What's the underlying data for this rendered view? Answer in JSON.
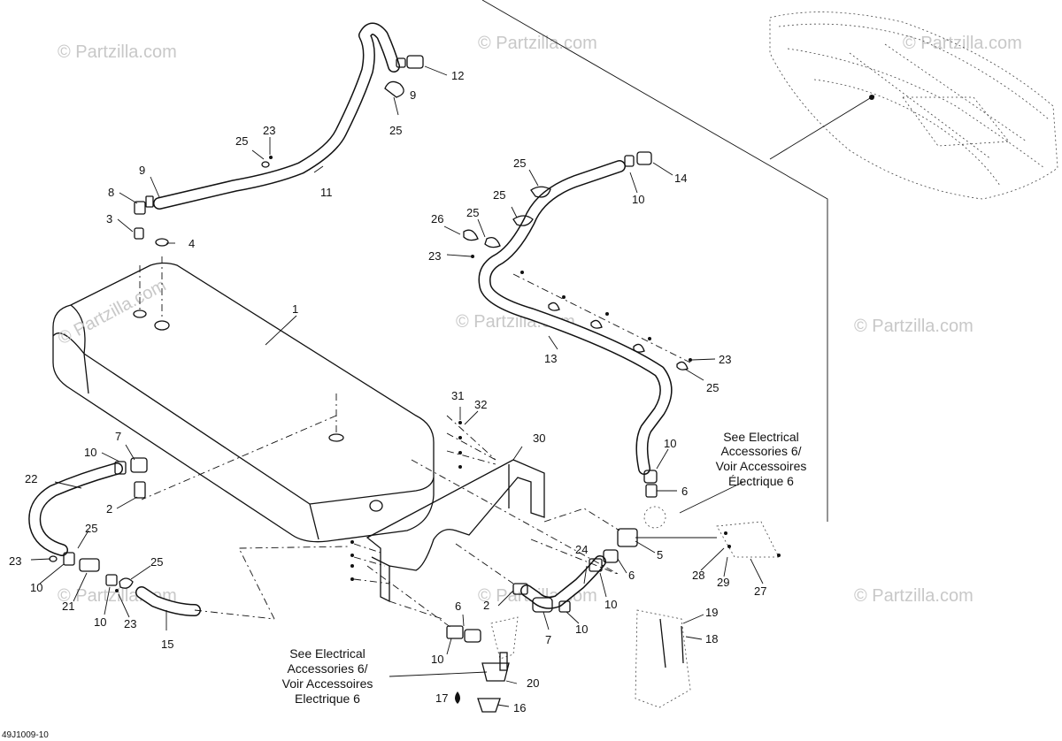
{
  "watermark": "© Partzilla.com",
  "watermark_tank": "© Partzilla.com",
  "diagram_code": "49J1009-10",
  "notes": {
    "top_right": [
      "See Electrical",
      "Accessories 6/",
      "Voir Accessoires",
      "Électrique 6"
    ],
    "bottom_center": [
      "See Electrical",
      "Accessories 6/",
      "Voir Accessoires",
      "Electrique 6"
    ]
  },
  "callouts": {
    "c1": "1",
    "c2a": "2",
    "c2b": "2",
    "c3": "3",
    "c4": "4",
    "c5": "5",
    "c6a": "6",
    "c6b": "6",
    "c6c": "6",
    "c7a": "7",
    "c7b": "7",
    "c8": "8",
    "c9a": "9",
    "c9b": "9",
    "c10a": "10",
    "c10b": "10",
    "c10c": "10",
    "c10d": "10",
    "c10e": "10",
    "c10f": "10",
    "c10g": "10",
    "c10h": "10",
    "c11": "11",
    "c12": "12",
    "c13": "13",
    "c14": "14",
    "c15": "15",
    "c16": "16",
    "c17": "17",
    "c18": "18",
    "c19": "19",
    "c20": "20",
    "c21": "21",
    "c22": "22",
    "c23a": "23",
    "c23b": "23",
    "c23c": "23",
    "c23d": "23",
    "c23e": "23",
    "c24": "24",
    "c25a": "25",
    "c25b": "25",
    "c25c": "25",
    "c25d": "25",
    "c25e": "25",
    "c25f": "25",
    "c25g": "25",
    "c26": "26",
    "c27": "27",
    "c28": "28",
    "c29": "29",
    "c30": "30",
    "c31": "31",
    "c32": "32"
  }
}
